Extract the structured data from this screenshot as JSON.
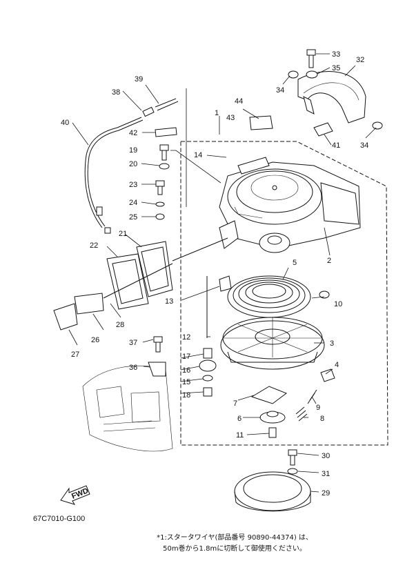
{
  "labels": {
    "p1": "1",
    "p2": "2",
    "p3": "3",
    "p4": "4",
    "p5": "5",
    "p6": "6",
    "p7": "7",
    "p8": "8",
    "p9": "9",
    "p10": "10",
    "p11": "11",
    "p12": "12",
    "p13": "13",
    "p14": "14",
    "p15": "15",
    "p16": "16",
    "p17": "17",
    "p18": "18",
    "p19": "19",
    "p20": "20",
    "p21": "21",
    "p22": "22",
    "p23": "23",
    "p24": "24",
    "p25": "25",
    "p26": "26",
    "p27": "27",
    "p28": "28",
    "p29": "29",
    "p30": "30",
    "p31": "31",
    "p32": "32",
    "p33": "33",
    "p34a": "34",
    "p34b": "34",
    "p35": "35",
    "p36": "36",
    "p37": "37",
    "p38": "38",
    "p39": "39",
    "p40": "40",
    "p41": "41",
    "p42": "42",
    "p43": "43",
    "p44": "44"
  },
  "fwd_mark": "FWD",
  "footer": {
    "code": "67C7010-G100",
    "note_line1": "*1:スタータワイヤ(部品番号 90890-44374) は、",
    "note_line2": "50m巻から1.8mに切断して御使用ください。"
  }
}
